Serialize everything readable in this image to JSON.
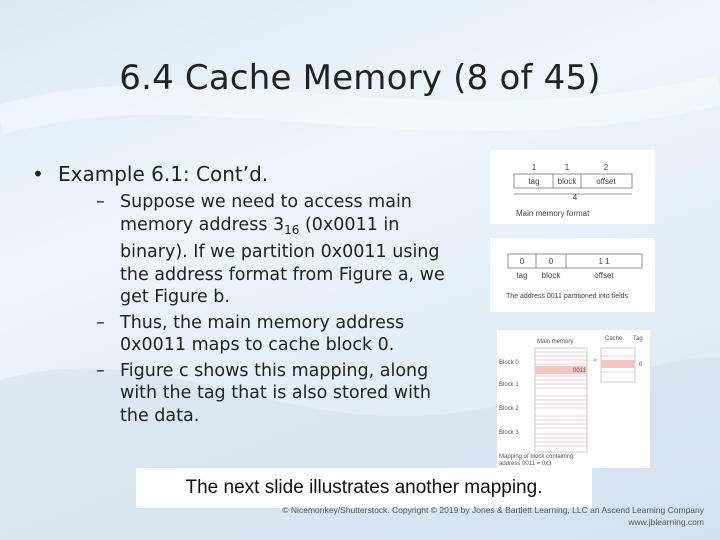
{
  "slide": {
    "title": "6.4 Cache Memory (8 of 45)",
    "bullet_main": "Example 6.1: Cont’d.",
    "sub_bullets": [
      {
        "before": "Suppose we need to access main memory address 3",
        "subscript": "16",
        "after": " (0x0011 in binary). If we partition 0x0011 using the address format from Figure a, we get Figure b."
      },
      {
        "text": "Thus, the main memory address 0x0011 maps to cache block 0."
      },
      {
        "text": "Figure c shows this mapping, along with the tag that is also stored with the data."
      }
    ],
    "next_slide_text": "The next slide illustrates another mapping.",
    "copyright_line1": "© Nicemonkey/Shutterstock. Copyright © 2019 by Jones & Bartlett Learning, LLC an Ascend Learning Company",
    "copyright_line2": "www.jblearning.com"
  },
  "figure_a": {
    "widths": [
      "1",
      "1",
      "2"
    ],
    "fields": [
      "tag",
      "block",
      "offset"
    ],
    "total": "4",
    "caption": "Main memory format"
  },
  "figure_b": {
    "values": [
      "0",
      "0",
      "1 1"
    ],
    "fields": [
      "tag",
      "block",
      "offset"
    ],
    "caption": "The address 0011 partitioned into fields"
  },
  "figure_c": {
    "main_memory_label": "Main memory",
    "cache_label": "Cache",
    "tag_label": "Tag",
    "block_labels": [
      "Block 0",
      "Block 1",
      "Block 2",
      "Block 3"
    ],
    "address_label": "0011",
    "tag_value": "0",
    "caption_line1": "Mapping of block containing",
    "caption_line2": "address 0011 = 0x3"
  }
}
